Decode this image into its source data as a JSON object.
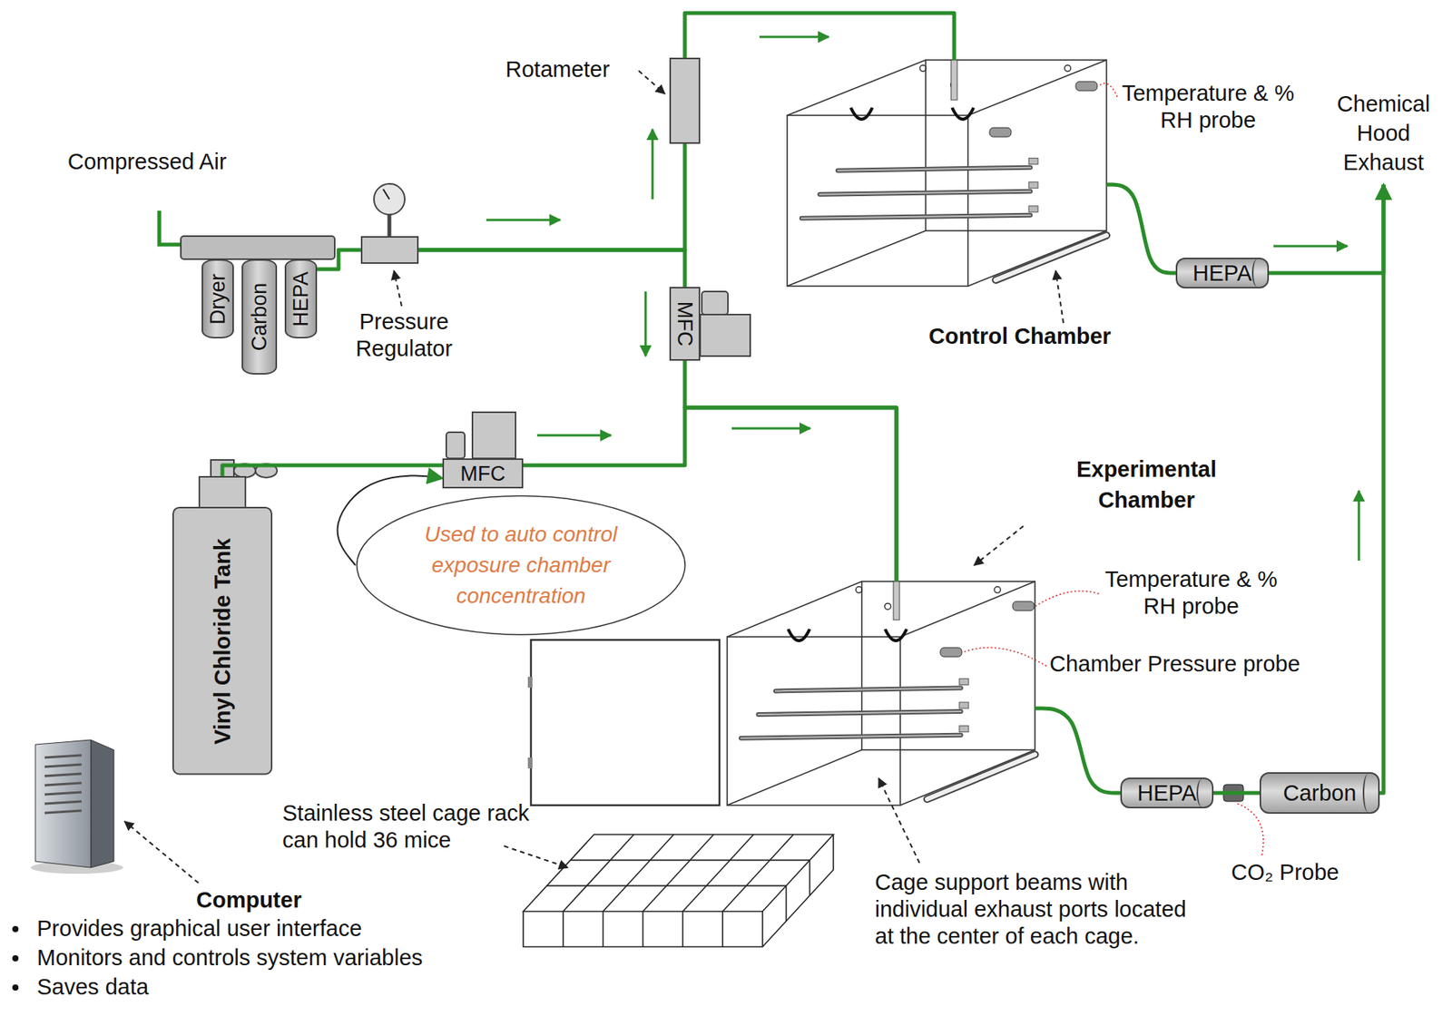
{
  "diagram": {
    "nodes": [
      {
        "text": [
          "Dryer"
        ]
      },
      {
        "text": [
          "Carbon"
        ]
      },
      {
        "text": [
          "HEPA"
        ]
      },
      {
        "text": [
          "Pressure Regulator"
        ]
      },
      {
        "text": [
          "Rotameter"
        ]
      },
      {
        "text": [
          "MFC"
        ]
      },
      {
        "text": [
          "Control Chamber"
        ]
      },
      {
        "text": [
          "HEPA"
        ]
      },
      {
        "text": [
          "Chemical Hood Exhaust"
        ]
      },
      {
        "text": [
          "Vinyl Chloride Tank"
        ]
      },
      {
        "text": [
          "MFC"
        ]
      },
      {
        "text": [
          "Used to auto control exposure chamber concentration"
        ]
      },
      {
        "text": [
          "Experimental Chamber"
        ]
      },
      {
        "text": [
          "HEPA"
        ]
      },
      {
        "text": [
          "Carbon"
        ]
      },
      {
        "text": [
          "Computer",
          "Provides graphical user interface",
          "Monitors and controls system variables",
          "Saves data"
        ]
      }
    ],
    "edges": [
      {
        "from": 2,
        "to": 3,
        "arrow": "none"
      },
      {
        "from": 3,
        "to": 4,
        "arrow": "none"
      },
      {
        "from": 3,
        "to": 5,
        "arrow": "none"
      },
      {
        "from": 4,
        "to": 6,
        "arrow": "none"
      },
      {
        "from": 5,
        "to": 12,
        "arrow": "none"
      },
      {
        "from": 9,
        "to": 10,
        "arrow": "none"
      },
      {
        "from": 10,
        "to": 12,
        "arrow": "none"
      },
      {
        "from": 11,
        "to": 10,
        "arrow": "to"
      },
      {
        "from": 6,
        "to": 7,
        "arrow": "none"
      },
      {
        "from": 7,
        "to": 8,
        "arrow": "to"
      },
      {
        "from": 12,
        "to": 13,
        "arrow": "none"
      },
      {
        "from": 13,
        "to": 14,
        "arrow": "none"
      },
      {
        "from": 14,
        "to": 8,
        "arrow": "to"
      }
    ],
    "labels": [
      "Compressed Air",
      "Temperature & % RH probe",
      "Temperature & % RH probe",
      "Chamber Pressure probe",
      "CO₂ Probe",
      "Stainless steel cage rack can hold 36 mice",
      "Cage support beams with individual exhaust ports located at the center of each cage."
    ]
  }
}
